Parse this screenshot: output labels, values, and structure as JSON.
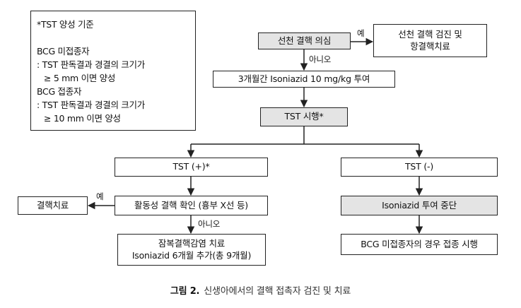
{
  "criteria": {
    "title": "*TST 양성 기준",
    "group1_title": "BCG 미접종자",
    "group1_line1": ": TST 판독결과 경결의 크기가",
    "group1_line2": "≥ 5 mm 이면 양성",
    "group2_title": "BCG 접종자",
    "group2_line1": ": TST 판독결과 경결의 크기가",
    "group2_line2": "≥ 10 mm 이면 양성"
  },
  "nodes": {
    "suspect": "선천 결핵 의심",
    "congenital_tx_line1": "선천 결핵 검진 및",
    "congenital_tx_line2": "항결핵치료",
    "inh_3mo": "3개월간 Isoniazid 10 mg/kg 투여",
    "tst": "TST 시행*",
    "tst_pos": "TST (+)*",
    "tst_neg": "TST (-)",
    "active_check": "활동성 결핵 확인 (흉부 X선 등)",
    "tb_treatment": "결핵치료",
    "latent_line1": "잠복결핵감염 치료",
    "latent_line2": "Isoniazid 6개월 추가(총 9개월)",
    "stop_inh": "Isoniazid 투여 중단",
    "bcg": "BCG 미접종자의 경우 접종 시행"
  },
  "labels": {
    "yes": "예",
    "no": "아니오"
  },
  "caption": {
    "figure": "그림 2.",
    "text": "신생아에서의 결핵 접촉자 검진 및 치료"
  }
}
